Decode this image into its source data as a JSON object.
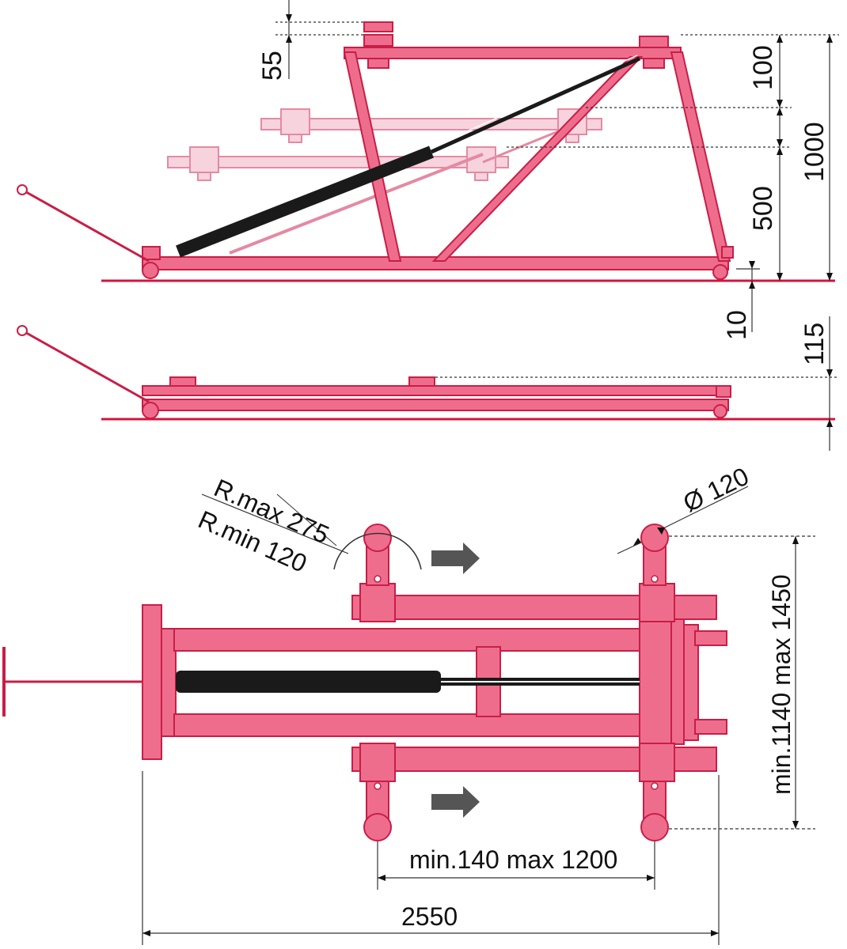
{
  "colors": {
    "frame": "#e8305a",
    "frame_fill": "#ef6d8c",
    "frame_stroke": "#c81e46",
    "ghost": "#f2b6c6",
    "ghost_stroke": "#e48aa3",
    "cylinder": "#1a1a1a",
    "ground": "#d4143c",
    "dim": "#111111",
    "arrow": "#555555"
  },
  "side_view": {
    "dims": {
      "top_offset": "55",
      "upper_step": "100",
      "lower_step": "500",
      "total_height": "1000",
      "ground_clearance": "10"
    }
  },
  "folded_view": {
    "dims": {
      "folded_height": "115"
    }
  },
  "plan_view": {
    "dims": {
      "radius_max": "R.max 275",
      "radius_min": "R.min 120",
      "pad_diameter": "Ø 120",
      "width_range": "min.1140 max 1450",
      "arm_spacing": "min.140 max 1200",
      "overall_length": "2550"
    },
    "icons": [
      "arrow-right-icon",
      "arrow-right-icon"
    ]
  }
}
